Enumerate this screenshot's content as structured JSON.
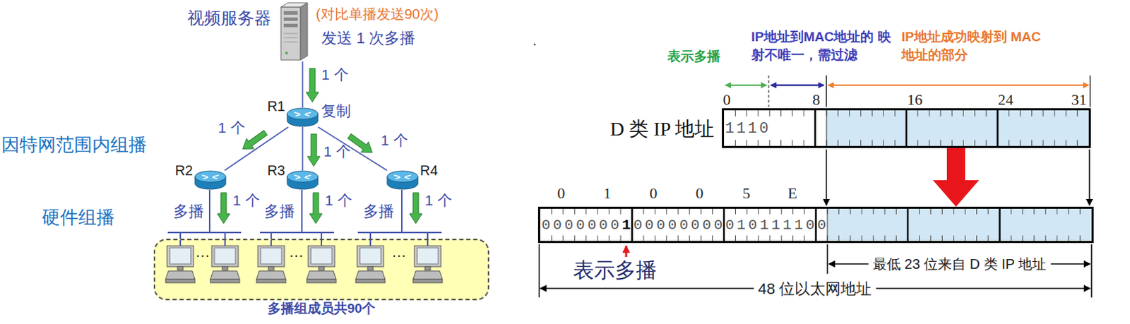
{
  "diagram": {
    "nodes": [
      {
        "text": [
          "视频服务器"
        ]
      },
      {
        "text": [
          "R1"
        ]
      },
      {
        "text": [
          "R2"
        ]
      },
      {
        "text": [
          "R3"
        ]
      },
      {
        "text": [
          "R4"
        ]
      },
      {
        "text": [
          "多播组成员共90个"
        ]
      },
      {
        "text": [
          "D 类 IP 地址",
          "1110"
        ]
      },
      {
        "text": [
          "0000000",
          "1",
          "00000000",
          "01011110",
          "0"
        ]
      }
    ],
    "edges": [
      {
        "from": 0,
        "to": 1,
        "arrow": "none"
      },
      {
        "from": 1,
        "to": 2,
        "arrow": "none"
      },
      {
        "from": 1,
        "to": 3,
        "arrow": "none"
      },
      {
        "from": 1,
        "to": 4,
        "arrow": "none"
      },
      {
        "from": 6,
        "to": 7,
        "arrow": "to"
      }
    ],
    "labels": [
      "(对比单播发送90次)",
      "发送 1 次多播",
      "复制",
      "1 个",
      "1 个",
      "1 个",
      "1 个",
      "因特网范围内组播",
      "多播",
      "1 个",
      "多播",
      "1 个",
      "多播",
      "1 个",
      "硬件组播",
      "⋯",
      "⋯",
      "⋯",
      ".",
      "表示多播",
      "IP地址到MAC地址的 映射不唯一，需过滤",
      "IP地址成功映射到 MAC地址的部分",
      "0",
      "8",
      "16",
      "24",
      "31",
      "0",
      "1",
      "0",
      "0",
      "5",
      "E",
      "表示多播",
      "最低 23 位来自 D 类 IP 地址",
      "48 位以太网地址"
    ]
  }
}
